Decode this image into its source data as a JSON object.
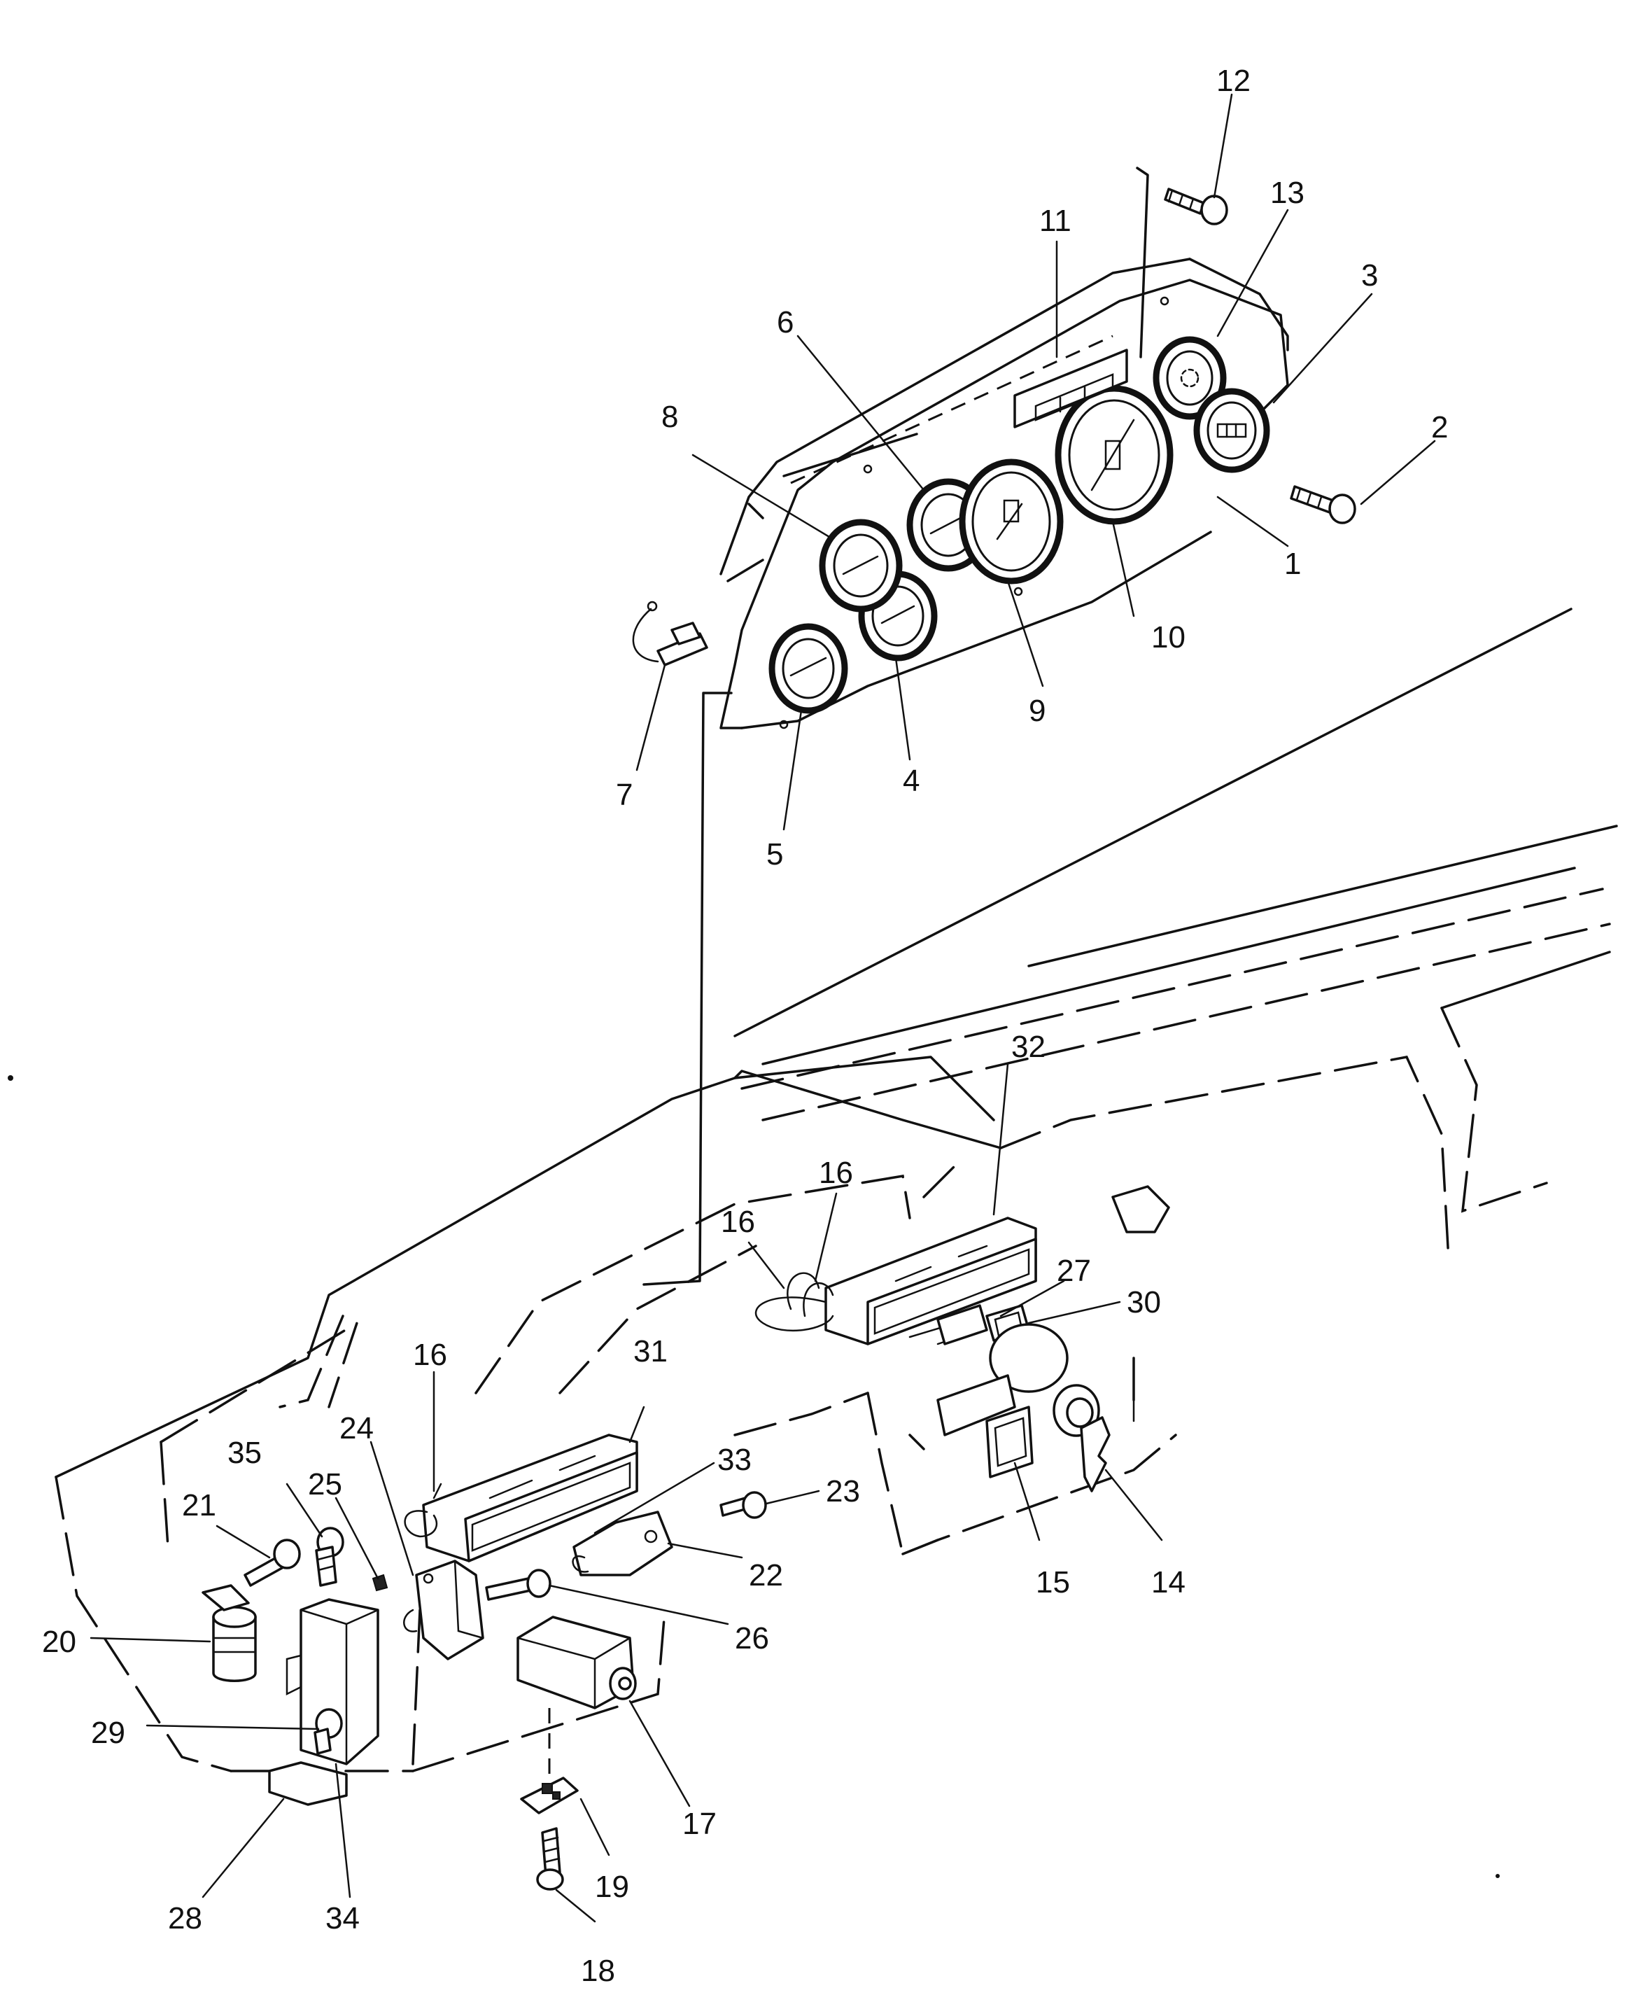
{
  "diagram": {
    "title": "",
    "callouts": [
      {
        "id": "1",
        "text": "1"
      },
      {
        "id": "2",
        "text": "2"
      },
      {
        "id": "3",
        "text": "3"
      },
      {
        "id": "4",
        "text": "4"
      },
      {
        "id": "5",
        "text": "5"
      },
      {
        "id": "6",
        "text": "6"
      },
      {
        "id": "7",
        "text": "7"
      },
      {
        "id": "8",
        "text": "8"
      },
      {
        "id": "9",
        "text": "9"
      },
      {
        "id": "10",
        "text": "10"
      },
      {
        "id": "11",
        "text": "11"
      },
      {
        "id": "12",
        "text": "12"
      },
      {
        "id": "13",
        "text": "13"
      },
      {
        "id": "14",
        "text": "14"
      },
      {
        "id": "15",
        "text": "15"
      },
      {
        "id": "16a",
        "text": "16"
      },
      {
        "id": "16b",
        "text": "16"
      },
      {
        "id": "16c",
        "text": "16"
      },
      {
        "id": "17",
        "text": "17"
      },
      {
        "id": "18",
        "text": "18"
      },
      {
        "id": "19",
        "text": "19"
      },
      {
        "id": "20",
        "text": "20"
      },
      {
        "id": "21",
        "text": "21"
      },
      {
        "id": "22",
        "text": "22"
      },
      {
        "id": "23",
        "text": "23"
      },
      {
        "id": "24",
        "text": "24"
      },
      {
        "id": "25",
        "text": "25"
      },
      {
        "id": "26",
        "text": "26"
      },
      {
        "id": "27",
        "text": "27"
      },
      {
        "id": "28",
        "text": "28"
      },
      {
        "id": "29",
        "text": "29"
      },
      {
        "id": "30",
        "text": "30"
      },
      {
        "id": "31",
        "text": "31"
      },
      {
        "id": "32",
        "text": "32"
      },
      {
        "id": "33",
        "text": "33"
      },
      {
        "id": "34",
        "text": "34"
      },
      {
        "id": "35",
        "text": "35"
      }
    ]
  }
}
